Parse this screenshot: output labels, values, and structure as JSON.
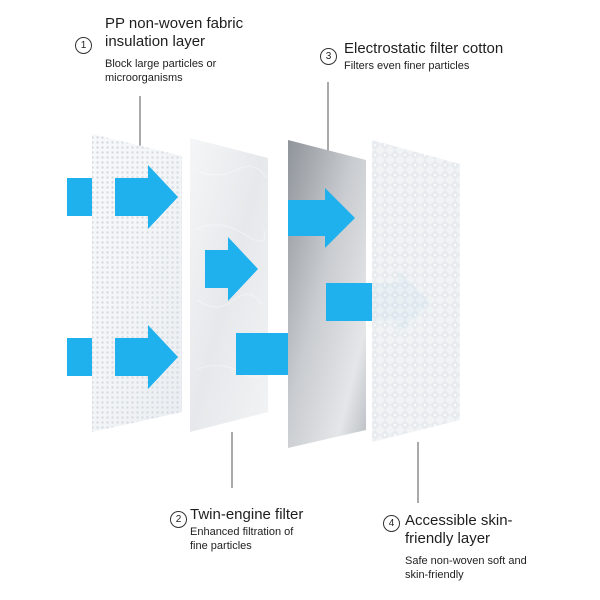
{
  "layers": [
    {
      "number": "1",
      "title_lines": [
        "PP non-woven fabric",
        "insulation layer"
      ],
      "desc_lines": [
        "Block large particles or",
        "microorganisms"
      ]
    },
    {
      "number": "2",
      "title_lines": [
        "Twin-engine filter"
      ],
      "desc_lines": [
        "Enhanced filtration of",
        "fine particles"
      ]
    },
    {
      "number": "3",
      "title_lines": [
        "Electrostatic filter cotton"
      ],
      "desc_lines": [
        "Filters even finer particles"
      ]
    },
    {
      "number": "4",
      "title_lines": [
        "Accessible skin-",
        "friendly layer"
      ],
      "desc_lines": [
        "Safe non-woven soft and",
        "skin-friendly"
      ]
    }
  ],
  "colors": {
    "arrow": "#1fb0ee",
    "leader_line": "#555555"
  }
}
